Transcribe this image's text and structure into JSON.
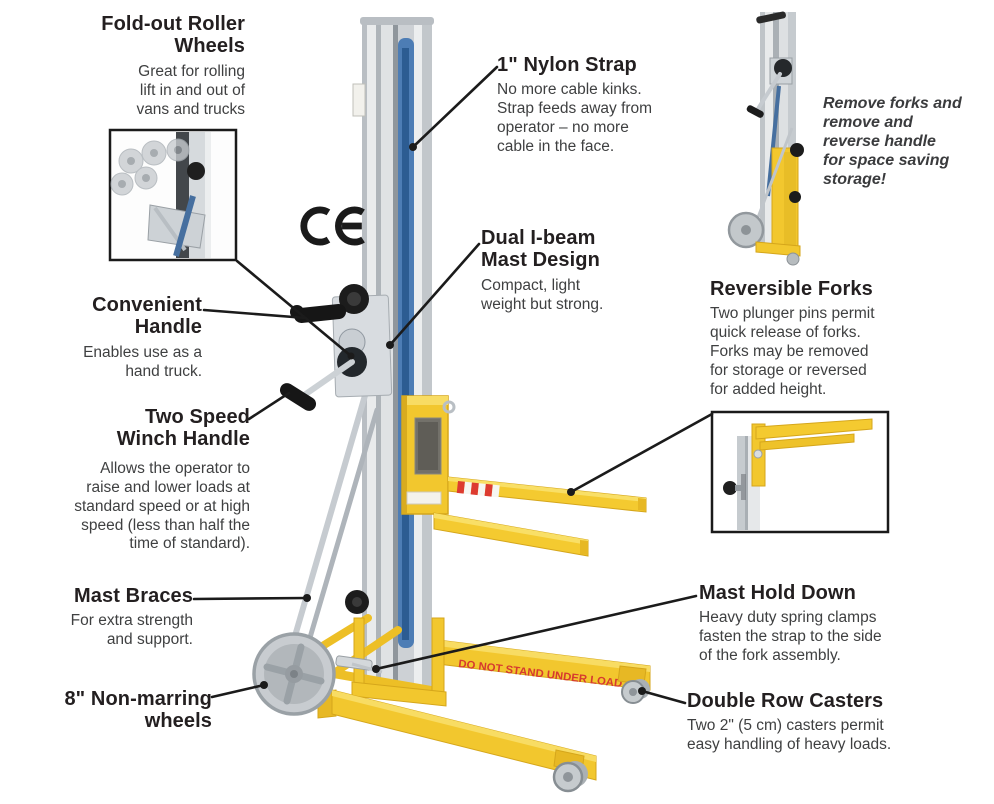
{
  "figure": {
    "warning_text": "DO NOT STAND UNDER LOAD",
    "ce_mark": "CE",
    "storage_note": "Remove forks and\nremove and\nreverse handle\nfor space saving\nstorage!"
  },
  "callouts": {
    "fold_out_roller_wheels": {
      "title": "Fold-out Roller\nWheels",
      "body": "Great for rolling\nlift in and out of\nvans and trucks"
    },
    "nylon_strap": {
      "title": "1\" Nylon Strap",
      "body": "No more cable kinks.\nStrap feeds away from\noperator – no more\ncable in the face."
    },
    "dual_ibeam": {
      "title": "Dual I-beam\nMast Design",
      "body": "Compact, light\nweight but strong."
    },
    "convenient_handle": {
      "title": "Convenient\nHandle",
      "body": "Enables use as a\nhand truck."
    },
    "two_speed_winch": {
      "title": "Two Speed\nWinch Handle",
      "body": "Allows the operator to\nraise and lower loads at\nstandard speed or at high\nspeed (less than half the\ntime of standard)."
    },
    "mast_braces": {
      "title": "Mast Braces",
      "body": "For extra strength\nand support."
    },
    "non_marring_wheels": {
      "title": "8\" Non-marring\nwheels"
    },
    "reversible_forks": {
      "title": "Reversible Forks",
      "body": "Two plunger pins permit\nquick release of forks.\nForks may be removed\nfor storage or reversed\nfor added height."
    },
    "mast_hold_down": {
      "title": "Mast Hold Down",
      "body": "Heavy duty spring clamps\nfasten the strap to the side\nof the fork assembly."
    },
    "double_row_casters": {
      "title": "Double Row Casters",
      "body": "Two 2\" (5 cm) casters permit\neasy handling of heavy loads."
    }
  },
  "colors": {
    "frame_yellow": "#F2C72E",
    "yellow_edge": "#D5A61B",
    "yellow_light": "#F8DC63",
    "aluminum": "#D7DADD",
    "strap_blue": "#4A7AB3",
    "warning_red": "#D63A2F",
    "callout_line": "#1B1B1B",
    "title_text": "#231F20",
    "body_text": "#3F4041"
  }
}
